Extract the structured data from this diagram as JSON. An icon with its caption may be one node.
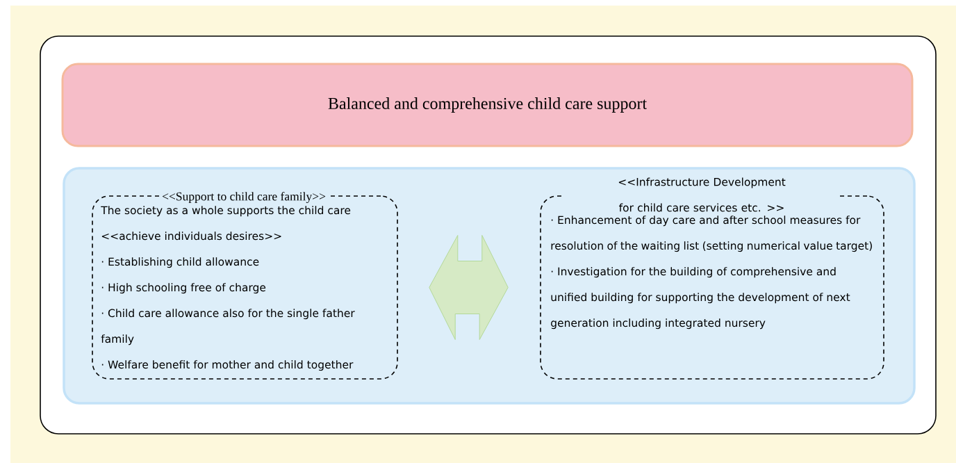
{
  "diagram": {
    "nodes": [
      {
        "text": [
          "Balanced and comprehensive child care support"
        ]
      },
      {
        "text": [],
        "shape": "box"
      },
      {
        "text": [
          "<<Support to child care family>>",
          "The society as a whole supports the child care <<achieve individuals desires>>",
          "· Establishing child allowance",
          "· High schooling free of charge",
          "· Child care allowance also for the single father family",
          "· Welfare benefit for mother and child together"
        ],
        "in": 1
      },
      {
        "text": [
          "<<Infrastructure Development for child care services etc. >>",
          "· Enhancement of day care and after school measures for resolution of the waiting list (setting numerical value target)",
          "· Investigation for the building of comprehensive and unified building for supporting the development of next generation including integrated nursery"
        ],
        "in": 1
      }
    ],
    "edges": [
      {
        "from": 2,
        "to": 3,
        "arrow": "both"
      }
    ]
  }
}
